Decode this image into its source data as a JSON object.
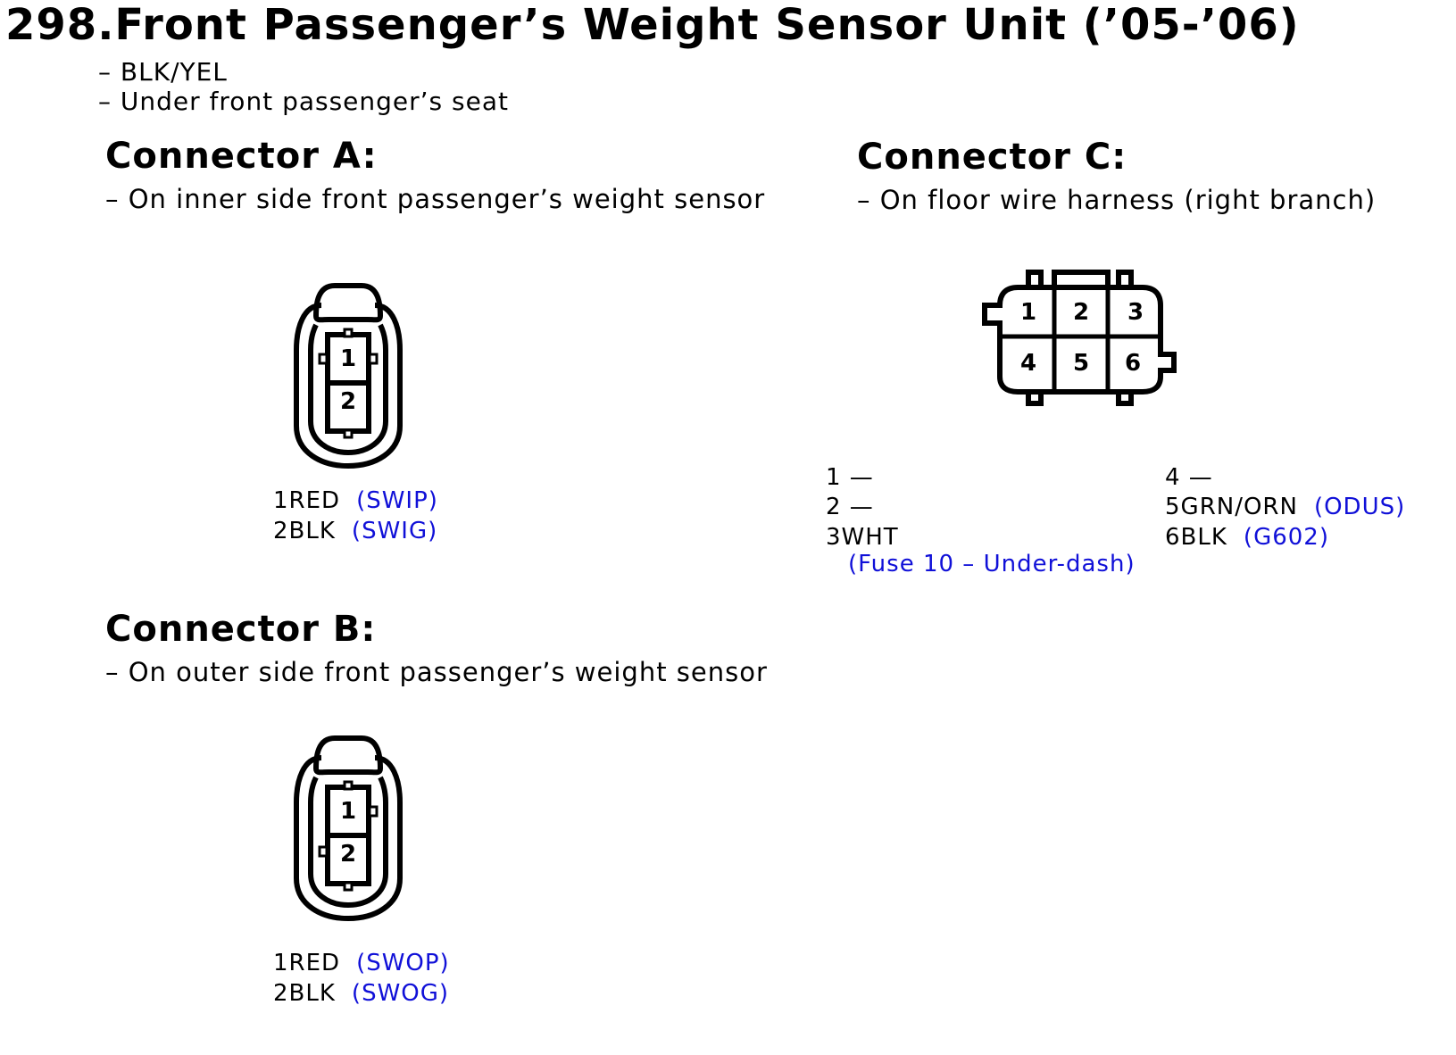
{
  "title": "298.Front Passenger’s Weight Sensor Unit (’05-’06)",
  "intro": [
    "– BLK/YEL",
    "– Under front passenger’s seat"
  ],
  "connectors": {
    "a": {
      "heading": "Connector A:",
      "location": "– On inner side front passenger’s weight sensor",
      "pin_numbers": [
        "1",
        "2"
      ],
      "pins": [
        {
          "label": "1RED",
          "signal": "(SWIP)"
        },
        {
          "label": "2BLK",
          "signal": "(SWIG)"
        }
      ]
    },
    "b": {
      "heading": "Connector B:",
      "location": "– On outer side front passenger’s weight sensor",
      "pin_numbers": [
        "1",
        "2"
      ],
      "pins": [
        {
          "label": "1RED",
          "signal": "(SWOP)"
        },
        {
          "label": "2BLK",
          "signal": "(SWOG)"
        }
      ]
    },
    "c": {
      "heading": "Connector C:",
      "location": "– On floor wire harness (right branch)",
      "pin_numbers": [
        "1",
        "2",
        "3",
        "4",
        "5",
        "6"
      ],
      "pins": [
        {
          "label": "1 —",
          "signal": ""
        },
        {
          "label": "2 —",
          "signal": ""
        },
        {
          "label": "3WHT",
          "signal": "(Fuse 10 – Under-dash)"
        },
        {
          "label": "4 —",
          "signal": ""
        },
        {
          "label": "5GRN/ORN",
          "signal": "(ODUS)"
        },
        {
          "label": "6BLK",
          "signal": "(G602)"
        }
      ]
    }
  },
  "colors": {
    "signal": "#1010d8",
    "line": "#000000"
  }
}
